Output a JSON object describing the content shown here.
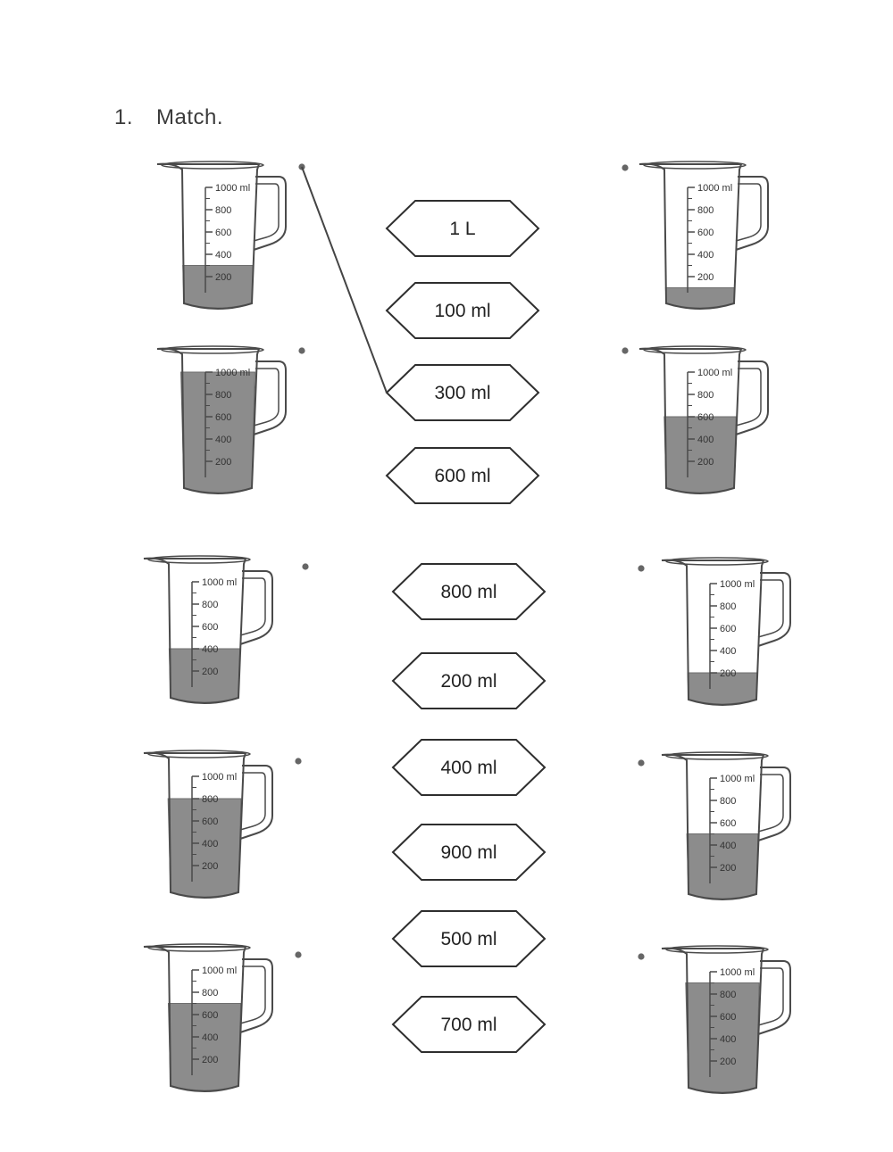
{
  "exercise": {
    "number": "1.",
    "instruction": "Match."
  },
  "scale_labels": [
    "1000 ml",
    "800",
    "600",
    "400",
    "200"
  ],
  "colors": {
    "liquid": "#8c8c8c",
    "liquid_edge": "#6e6e6e",
    "outline": "#4a4a4a",
    "dot": "#666666"
  },
  "answers": [
    "1 L",
    "100 ml",
    "300 ml",
    "600 ml",
    "800 ml",
    "200 ml",
    "400 ml",
    "900 ml",
    "500 ml",
    "700 ml"
  ],
  "jugs": [
    {
      "name": "jug-left-1",
      "fill_ml": 300
    },
    {
      "name": "jug-right-1",
      "fill_ml": 100
    },
    {
      "name": "jug-left-2",
      "fill_ml": 1000
    },
    {
      "name": "jug-right-2",
      "fill_ml": 600
    },
    {
      "name": "jug-left-3",
      "fill_ml": 400
    },
    {
      "name": "jug-right-3",
      "fill_ml": 200
    },
    {
      "name": "jug-left-4",
      "fill_ml": 800
    },
    {
      "name": "jug-right-4",
      "fill_ml": 500
    },
    {
      "name": "jug-left-5",
      "fill_ml": 700
    },
    {
      "name": "jug-right-5",
      "fill_ml": 900
    }
  ],
  "example_match": {
    "from": "jug-left-1",
    "to": "300 ml"
  }
}
